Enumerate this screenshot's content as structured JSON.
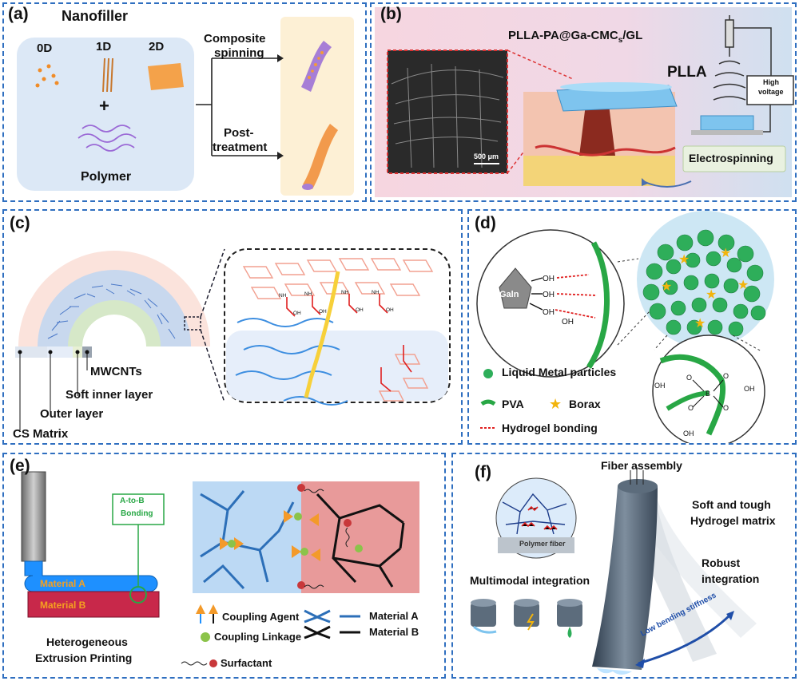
{
  "panels": {
    "a": {
      "label": "(a)",
      "title": "Nanofiller",
      "dims": [
        "0D",
        "1D",
        "2D"
      ],
      "plus": "+",
      "polymer": "Polymer",
      "route1": [
        "Composite",
        "spinning"
      ],
      "route2": [
        "Post-",
        "treatment"
      ]
    },
    "b": {
      "label": "(b)",
      "title": "PLLA-PA@Ga-CMC",
      "title_sub": "s",
      "title_end": "/GL",
      "plla": "PLLA",
      "hv": [
        "High",
        "voltage"
      ],
      "scale": "500 μm",
      "electro": "Electrospinning"
    },
    "c": {
      "label": "(c)",
      "mwcnts": "MWCNTs",
      "soft_inner": "Soft inner layer",
      "outer": "Outer layer",
      "cs_matrix": "CS Matrix"
    },
    "d": {
      "label": "(d)",
      "galn": "Galn",
      "legend_lm": "Liquid Metal particles",
      "legend_pva": "PVA",
      "legend_borax": "Borax",
      "legend_hb": "Hydrogel bonding"
    },
    "e": {
      "label": "(e)",
      "bonding": [
        "A-to-B",
        "Bonding"
      ],
      "material_a": "Material A",
      "material_b": "Material B",
      "caption": [
        "Heterogeneous",
        "Extrusion Printing"
      ],
      "coupling_agent": "Coupling Agent",
      "coupling_linkage": "Coupling Linkage",
      "surfactant": "Surfactant",
      "legend_a": "Material A",
      "legend_b": "Material B"
    },
    "f": {
      "label": "(f)",
      "fiber_assembly": "Fiber assembly",
      "soft_tough": [
        "Soft and tough",
        "Hydrogel matrix"
      ],
      "robust": [
        "Robust",
        "integration"
      ],
      "multimodal": "Multimodal integration",
      "polymer_fiber": "Polymer fiber",
      "low_bending": "Low bending stiffness"
    }
  },
  "colors": {
    "border": "#2f6fc0",
    "material_a": "#1e90ff",
    "material_b": "#c8284a",
    "pva": "#28a745",
    "borax": "#f2b40c",
    "bond": "#e02020"
  }
}
